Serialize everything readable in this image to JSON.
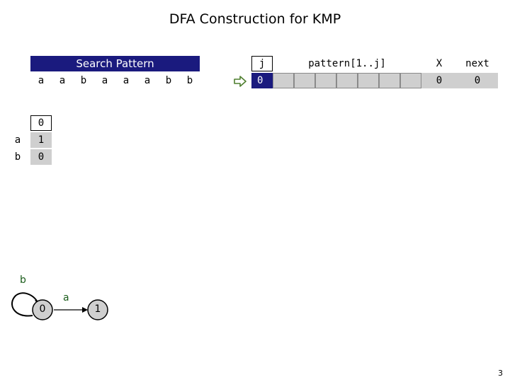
{
  "title": "DFA Construction for KMP",
  "search_pattern": {
    "label": "Search Pattern",
    "chars": [
      "a",
      "a",
      "b",
      "a",
      "a",
      "a",
      "b",
      "b"
    ]
  },
  "kmp_table": {
    "headers": {
      "j": "j",
      "pattern": "pattern[1..j]",
      "x": "X",
      "next": "next"
    },
    "row": {
      "j": "0",
      "x": "0",
      "next": "0"
    }
  },
  "dfa_table": {
    "header": "0",
    "rows": [
      {
        "symbol": "a",
        "value": "1"
      },
      {
        "symbol": "b",
        "value": "0"
      }
    ]
  },
  "automaton": {
    "states": [
      "0",
      "1"
    ],
    "self_loop_label": "b",
    "edge_label": "a"
  },
  "page_number": "3",
  "colors": {
    "navy": "#1a1a7e",
    "gray": "#cfcfcf",
    "arrow": "#4f7f2f"
  }
}
